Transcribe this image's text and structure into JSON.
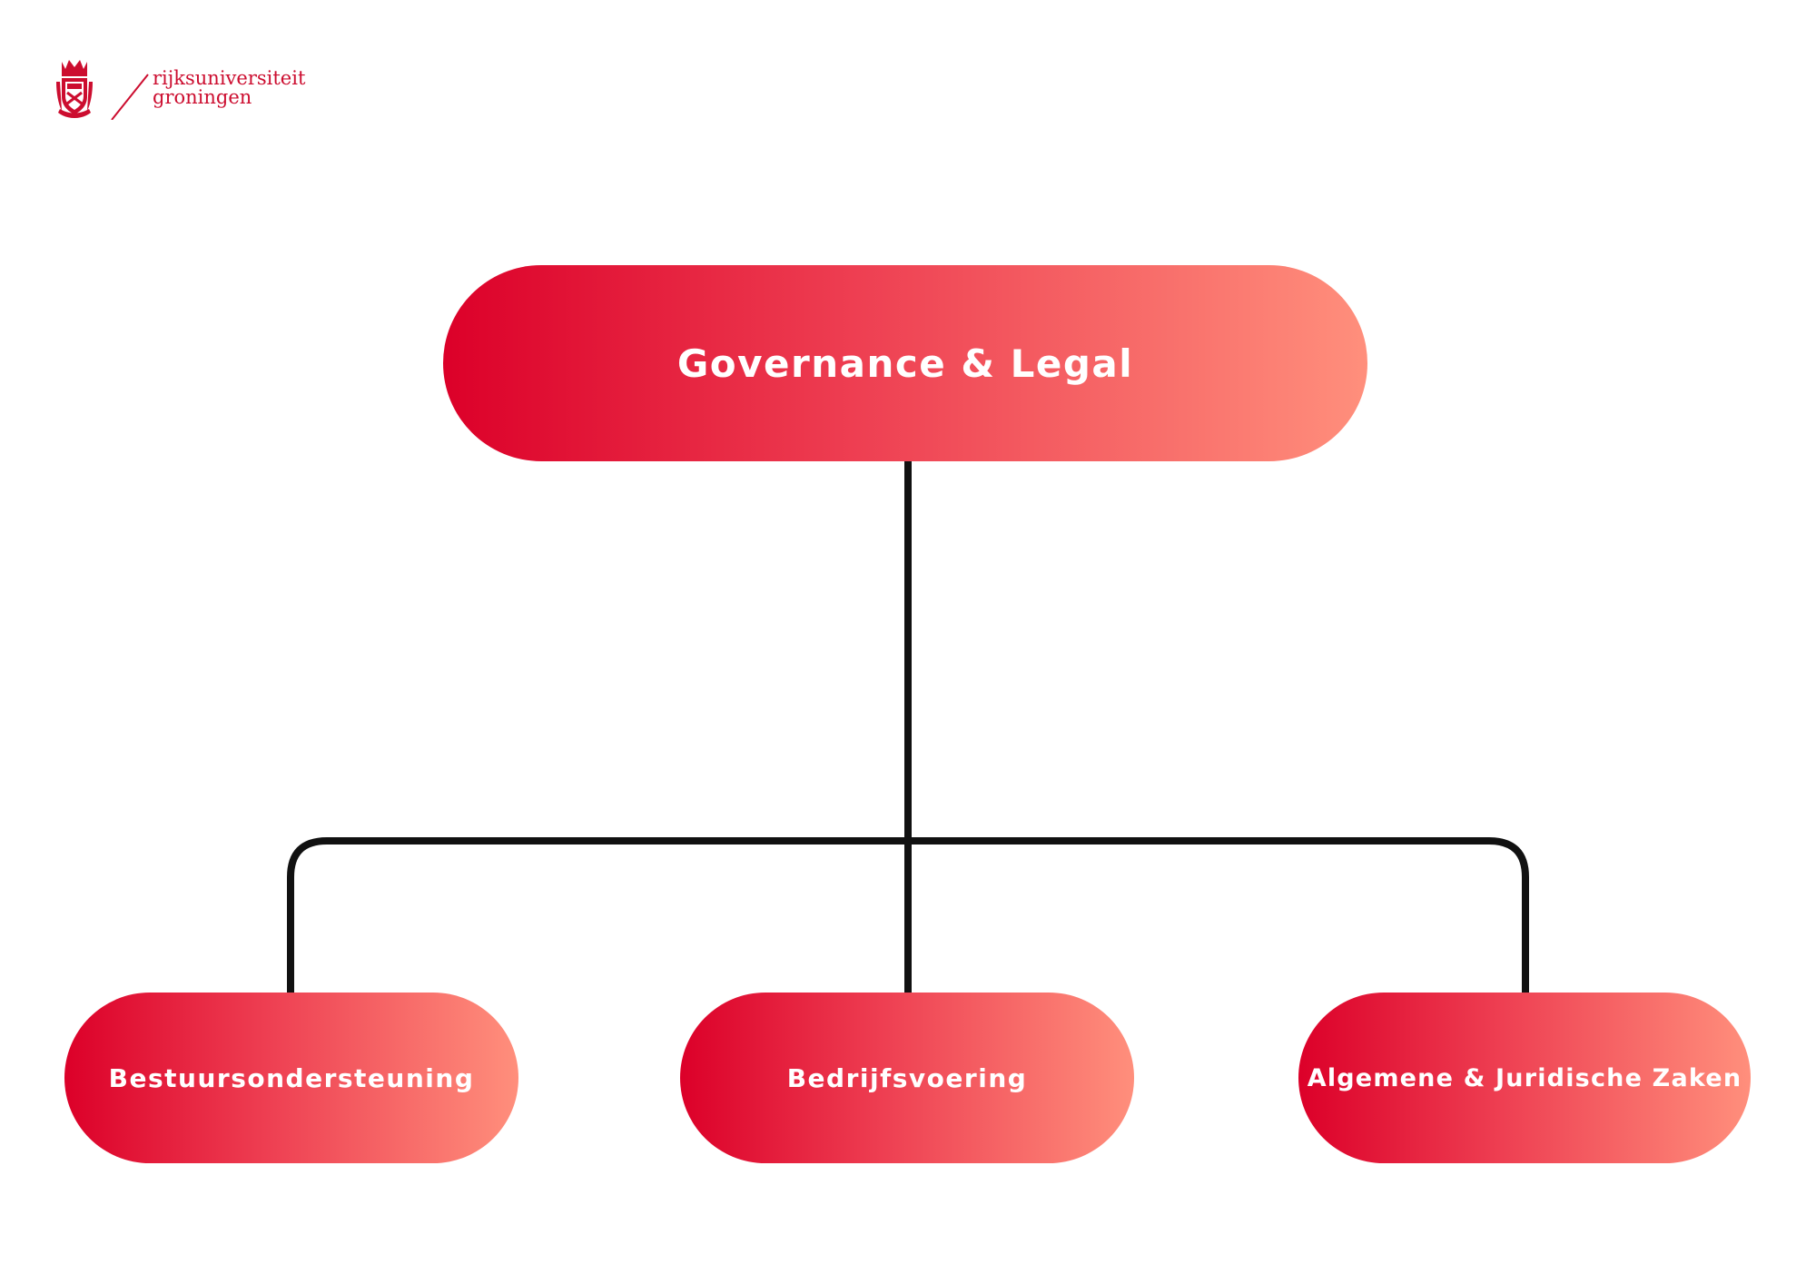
{
  "logo": {
    "line1": "rijksuniversiteit",
    "line2": "groningen",
    "crest_icon": "university-crest-icon",
    "color": "#cc0d2f"
  },
  "diagram": {
    "root": {
      "label": "Governance & Legal"
    },
    "children": [
      {
        "label": "Bestuursondersteuning"
      },
      {
        "label": "Bedrijfsvoering"
      },
      {
        "label": "Algemene & Juridische Zaken"
      }
    ],
    "gradient": {
      "start": "#dc0029",
      "end": "#ff8f7c"
    },
    "connector_color": "#111111"
  }
}
